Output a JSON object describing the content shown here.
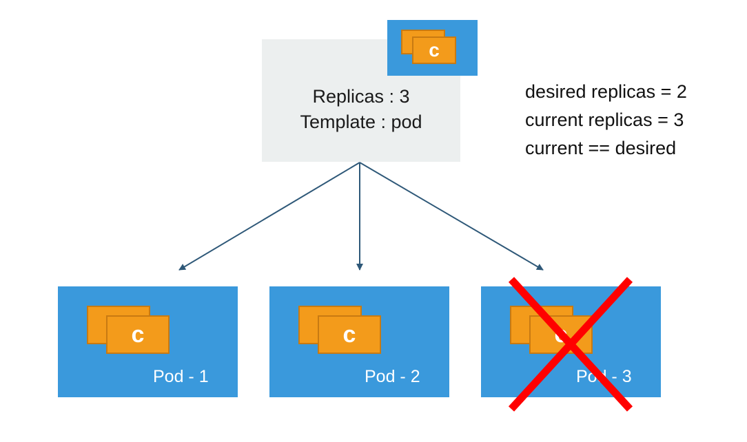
{
  "controller": {
    "replicas_line": "Replicas : 3",
    "template_line": "Template : pod",
    "container_letter": "c"
  },
  "status": {
    "desired": "desired replicas = 2",
    "current": "current replicas = 3",
    "comparison": "current == desired"
  },
  "pods": [
    {
      "label": "Pod - 1",
      "container_letter": "c",
      "terminated": false
    },
    {
      "label": "Pod - 2",
      "container_letter": "c",
      "terminated": false
    },
    {
      "label": "Pod - 3",
      "container_letter": "c",
      "terminated": true
    }
  ],
  "colors": {
    "pod_fill": "#3a99dc",
    "container_fill": "#f39b1b",
    "controller_fill": "#ecefef",
    "arrow": "#2e5878",
    "terminate_mark": "#ff0000"
  }
}
